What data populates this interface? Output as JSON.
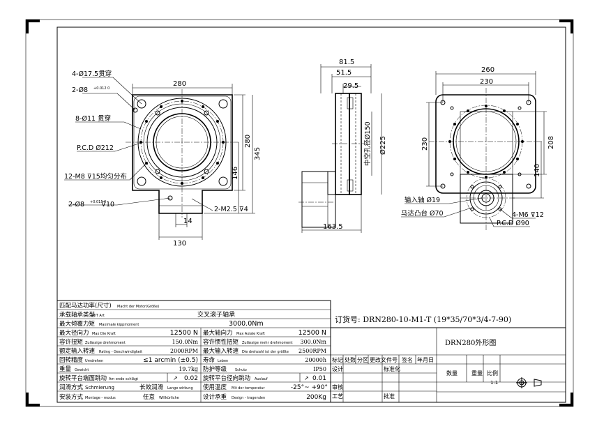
{
  "front_view": {
    "labels": {
      "holes_17_5": "4-Ø17.5贯穿",
      "pin_8_top": "2-Ø8",
      "pin_8_top_tol": "+0.012 0",
      "holes_11": "8-Ø11 贯穿",
      "pcd_212": "P.C.D Ø212",
      "m8_holes": "12-M8 ⊽15均匀分布",
      "pin_8_bottom": "2-Ø8",
      "pin_8_bottom_tol": "+0.015 0",
      "pin_8_bottom_depth": "⊽10",
      "m2_5": "2-M2.5 ⊽4"
    },
    "dims": {
      "width": "280",
      "height_280": "280",
      "height_345": "345",
      "d_146": "146",
      "d_14": "14",
      "d_130": "130"
    }
  },
  "side_view": {
    "dims": {
      "d_81_5": "81.5",
      "d_51_5": "51.5",
      "d_29_5": "29.5",
      "bore": "中空孔径Ø150",
      "dia_225": "Ø225",
      "d_163_5": "163.5"
    }
  },
  "right_view": {
    "dims": {
      "d_260": "260",
      "d_230_top": "230",
      "d_230_left": "230",
      "d_208": "208",
      "d_140": "140"
    },
    "labels": {
      "input_shaft": "输入轴 Ø19",
      "motor_boss": "马达凸台 Ø70",
      "m6": "4-M6 ⊽12",
      "pcd_90": "P.C.D Ø90"
    }
  },
  "specs": {
    "header": "匹配马达功率(尺寸)",
    "header_de": "Macht der Motor(Größe)",
    "rows": [
      {
        "label": "承载轴承类型",
        "de": "MIT Art",
        "value": "交叉滚子轴承"
      },
      {
        "label": "最大倾覆力矩",
        "de": "Maximale kippmoment",
        "value": "3000.0Nm"
      }
    ],
    "pairs": [
      {
        "l1": "最大径向力",
        "d1": "Max Die Kraft",
        "v1": "12500 N",
        "l2": "最大轴向力",
        "d2": "Max Axiale Kraft",
        "v2": "12500 N"
      },
      {
        "l1": "容许扭矩",
        "d1": "Zulässige drehmoment",
        "v1": "150.0Nm",
        "l2": "容许惯性扭矩",
        "d2": "Zulässige mehr drehmoment",
        "v2": "300.0Nm"
      },
      {
        "l1": "额定输入转速",
        "d1": "Rating - Geschwindigkeit",
        "v1": "2000RPM",
        "l2": "最大输入转速",
        "d2": "Die drehzahl ist der größte",
        "v2": "2500RPM"
      },
      {
        "l1": "回转精度",
        "d1": "Umdrehen",
        "v1": "≤1 arcmin (±0.5)",
        "l2": "寿命",
        "d2": "Leben",
        "v2": "20000h"
      },
      {
        "l1": "重量",
        "d1": "Gewicht",
        "v1": "19.7kg",
        "l2": "防护等级",
        "d2": "Schutz",
        "v2": "IP50"
      },
      {
        "l1": "旋转平台端面跳动",
        "d1": "Am ende schlägt",
        "v1": "0.02",
        "l2": "旋转平台径向跳动",
        "d2": "Auslauf",
        "v2": "0.01"
      },
      {
        "l1": "润滑方式",
        "d1": "Schmierung",
        "v1": "长效润滑",
        "v1d": "Lange wirkung",
        "l2": "使用温度",
        "d2": "Mit der temperatur",
        "v2": "-25°~ +90°"
      },
      {
        "l1": "安装方式",
        "d1": "Montage - modus",
        "v1": "任意",
        "v1d": "Willkürliche",
        "l2": "设计承重",
        "d2": "Design - tragenden",
        "v2": "200Kg"
      }
    ]
  },
  "title_block": {
    "order_no": "订货号: DRN280-10-M1-T  (19*35/70*3/4-7-90)",
    "drawing_name": "DRN280外形图",
    "rev_headers": [
      "标记",
      "处数",
      "分区",
      "更改文件号",
      "签名",
      "年月日"
    ],
    "roles": [
      "设计",
      "审核",
      "工艺"
    ],
    "std_label": "标准化",
    "approve_label": "批准",
    "qty_label": "数量",
    "weight_label": "重量",
    "scale_label": "比例",
    "scale_value": "1:1"
  }
}
